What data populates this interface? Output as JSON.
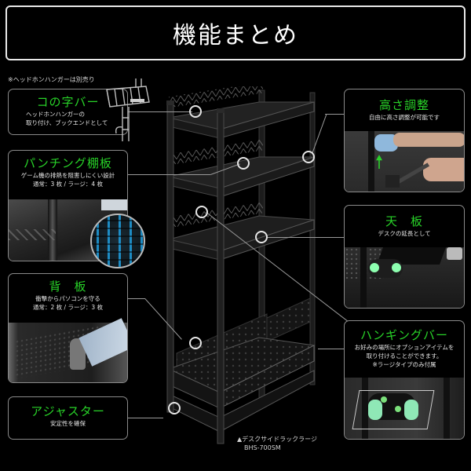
{
  "header": {
    "title": "機能まとめ"
  },
  "note": "※ヘッドホンハンガーは別売り",
  "left_panels": [
    {
      "title": "コの字バー",
      "desc": [
        "ヘッドホンハンガーの",
        "取り付け、ブックエンドとして"
      ],
      "image": "headphone-hanger-bar"
    },
    {
      "title": "パンチング棚板",
      "desc": [
        "ゲーム機の排熱を阻害しにくい設計",
        "通常：3 枚 / ラージ：4 枚"
      ],
      "image": "punched-shelf-airflow"
    },
    {
      "title": "背　板",
      "desc": [
        "衝撃からパソコンを守る",
        "通常：2 枚 / ラージ：3 枚"
      ],
      "image": "back-panel-kick"
    },
    {
      "title": "アジャスター",
      "desc": [
        "安定性を確保"
      ]
    }
  ],
  "right_panels": [
    {
      "title": "高さ調整",
      "desc": [
        "自由に高さ調整が可能です"
      ],
      "image": "height-adjust-hammer"
    },
    {
      "title": "天　板",
      "desc": [
        "デスクの延長として"
      ],
      "image": "top-board-controller"
    },
    {
      "title": "ハンギングバー",
      "desc": [
        "お好みの場所にオプションアイテムを",
        "取り付けることができます。",
        "※ラージタイプのみ付属"
      ],
      "image": "hanging-bar-basket"
    }
  ],
  "product": {
    "name": "▲デスクサイドラックラージ",
    "model": "BHS-700SM"
  },
  "colors": {
    "accent_green": "#28d228",
    "background": "#000000",
    "panel_border": "#8a8a8a"
  }
}
